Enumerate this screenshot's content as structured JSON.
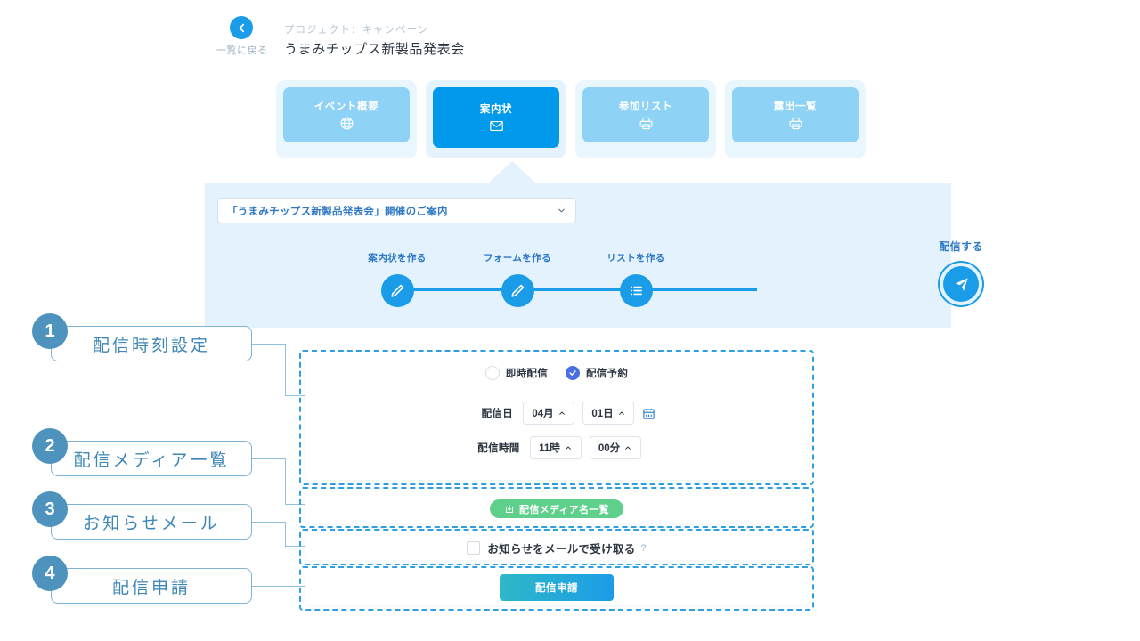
{
  "header": {
    "back_label": "一覧に戻る",
    "back_icon": "chevron-left-icon",
    "project_label": "プロジェクト：キャンペーン",
    "project_title": "うまみチップス新製品発表会"
  },
  "tabs": [
    {
      "label": "イベント概要",
      "icon": "globe-icon",
      "active": false
    },
    {
      "label": "案内状",
      "icon": "envelope-icon",
      "active": true
    },
    {
      "label": "参加リスト",
      "icon": "printer-icon",
      "active": false
    },
    {
      "label": "露出一覧",
      "icon": "printer-icon",
      "active": false
    }
  ],
  "select": {
    "value": "「うまみチップス新製品発表会」開催のご案内",
    "caret_icon": "chevron-down-icon"
  },
  "steps": [
    {
      "label": "案内状を作る",
      "icon": "pencil-icon",
      "active": false
    },
    {
      "label": "フォームを作る",
      "icon": "pencil-icon",
      "active": false
    },
    {
      "label": "リストを作る",
      "icon": "list-icon",
      "active": false
    },
    {
      "label": "配信する",
      "icon": "send-icon",
      "active": true
    }
  ],
  "annotations": [
    {
      "number": "1",
      "label": "配信時刻設定"
    },
    {
      "number": "2",
      "label": "配信メディア一覧"
    },
    {
      "number": "3",
      "label": "お知らせメール"
    },
    {
      "number": "4",
      "label": "配信申請"
    }
  ],
  "schedule": {
    "radio_immediate": "即時配信",
    "radio_reserved": "配信予約",
    "selected": "配信予約",
    "date_label": "配信日",
    "month_value": "04月",
    "day_value": "01日",
    "calendar_icon": "calendar-icon",
    "time_label": "配信時間",
    "hour_value": "11時",
    "minute_value": "00分"
  },
  "media": {
    "button_label": "配信メディア名一覧",
    "button_icon": "download-icon",
    "button_color": "#5ed08b"
  },
  "notice": {
    "checkbox_label": "お知らせをメールで受け取る",
    "checked": false,
    "help_icon": "?"
  },
  "submit": {
    "label": "配信申請"
  },
  "colors": {
    "accent": "#1b9ce8",
    "active_tab": "#0099eb",
    "tab_inactive": "#8ed3f6",
    "panel_bg": "#e3f2fc",
    "dashed_border": "#2e9fe0",
    "annotation": "#4e93bd"
  }
}
